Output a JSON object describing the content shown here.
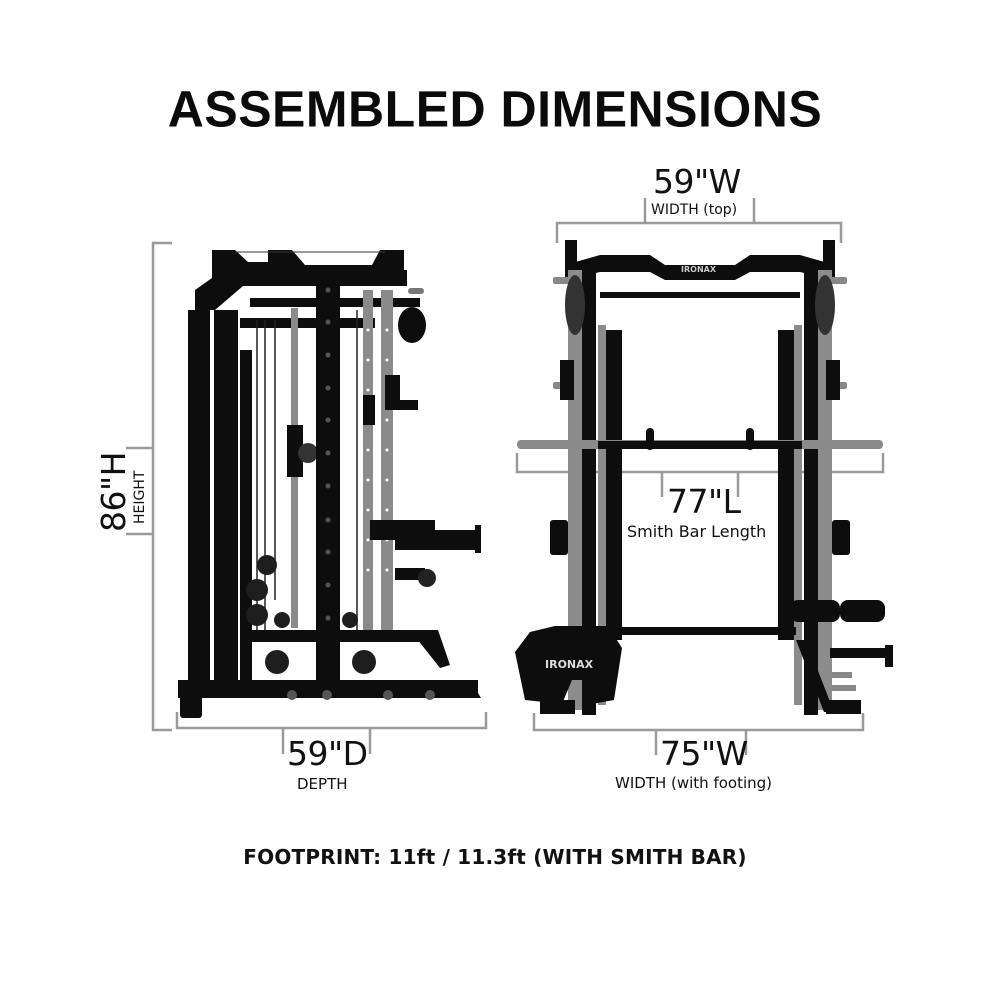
{
  "title": "ASSEMBLED DIMENSIONS",
  "brand": "IRONAX",
  "colors": {
    "frame": "#0d0d0d",
    "upright_gray": "#8c8c8c",
    "dimension_line": "#9a9a9a",
    "background": "#ffffff"
  },
  "side_view": {
    "height": {
      "value": "86\"H",
      "label": "HEIGHT"
    },
    "depth": {
      "value": "59\"D",
      "label": "DEPTH"
    }
  },
  "front_view": {
    "width_top": {
      "value": "59\"W",
      "label": "WIDTH (top)"
    },
    "smith_bar": {
      "value": "77\"L",
      "label": "Smith Bar Length"
    },
    "width_footing": {
      "value": "75\"W",
      "label": "WIDTH (with footing)"
    }
  },
  "footprint": "FOOTPRINT: 11ft / 11.3ft (WITH SMITH BAR)"
}
